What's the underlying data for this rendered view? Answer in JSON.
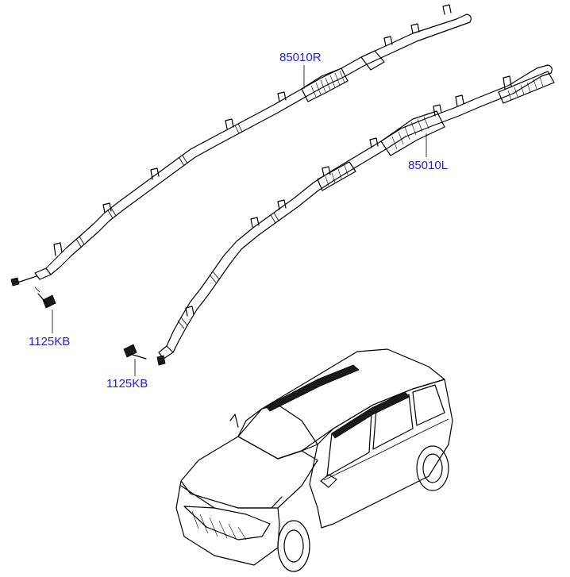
{
  "labels": {
    "airbag_right": "85010R",
    "airbag_left": "85010L",
    "bolt_right": "1125KB",
    "bolt_left": "1125KB"
  },
  "colors": {
    "label": "#1a1aff",
    "line": "#000000",
    "background": "#ffffff"
  }
}
